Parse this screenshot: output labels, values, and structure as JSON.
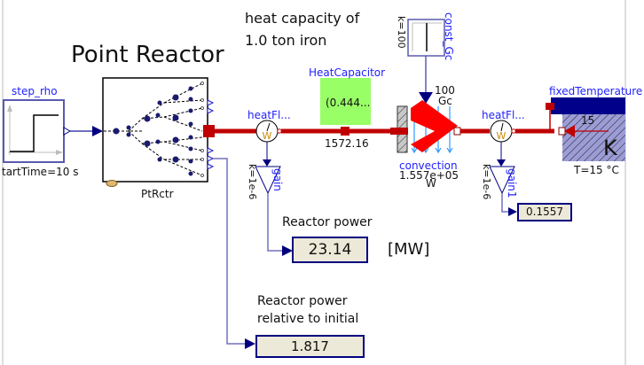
{
  "diagram": {
    "title": "Point Reactor",
    "annotation": [
      "heat capacity of",
      "1.0 ton iron"
    ],
    "components": {
      "step_rho": {
        "name": "step_rho",
        "param": "tartTime=10 s"
      },
      "reactor": {
        "name": "PtRctr"
      },
      "heat_flow_sensor_1": {
        "name": "heatFl...",
        "unit": "W"
      },
      "heat_capacitor": {
        "name": "HeatCapacitor",
        "value": "(0.444...",
        "temp": "1572.16"
      },
      "const_gc": {
        "name": "const_Gc",
        "param": "k=100"
      },
      "gc_input": {
        "value": "100",
        "label": "Gc"
      },
      "convection": {
        "name": "convection",
        "value": "1.557e+05",
        "unit": "W"
      },
      "heat_flow_sensor_2": {
        "name": "heatFl...",
        "unit": "W"
      },
      "fixed_temperature": {
        "name": "fixedTemperature",
        "value": "15",
        "unit": "K",
        "param": "T=15 °C"
      },
      "gain": {
        "name": "gain",
        "param": "k=1e-6"
      },
      "gain1": {
        "name": "gain1",
        "param": "k=1e-6"
      }
    },
    "displays": {
      "reactor_power": {
        "label": "Reactor power",
        "value": "23.14",
        "unit": "[MW]"
      },
      "relative_power": {
        "label_line1": "Reactor power",
        "label_line2": "relative to initial",
        "value": "1.817"
      },
      "gain1_output": {
        "value": "0.1557"
      }
    },
    "colors": {
      "heat_port": "#c00000",
      "signal": "#00007f",
      "signal_line": "#7070c0",
      "capacitor_fill": "#99ff66",
      "display_fill": "#ece9d8",
      "fixed_temp_fill": "#00008b",
      "hatch_fill": "#9c9cd6",
      "arrow_red": "#ff0000",
      "convection_blue": "#3399ff"
    }
  }
}
